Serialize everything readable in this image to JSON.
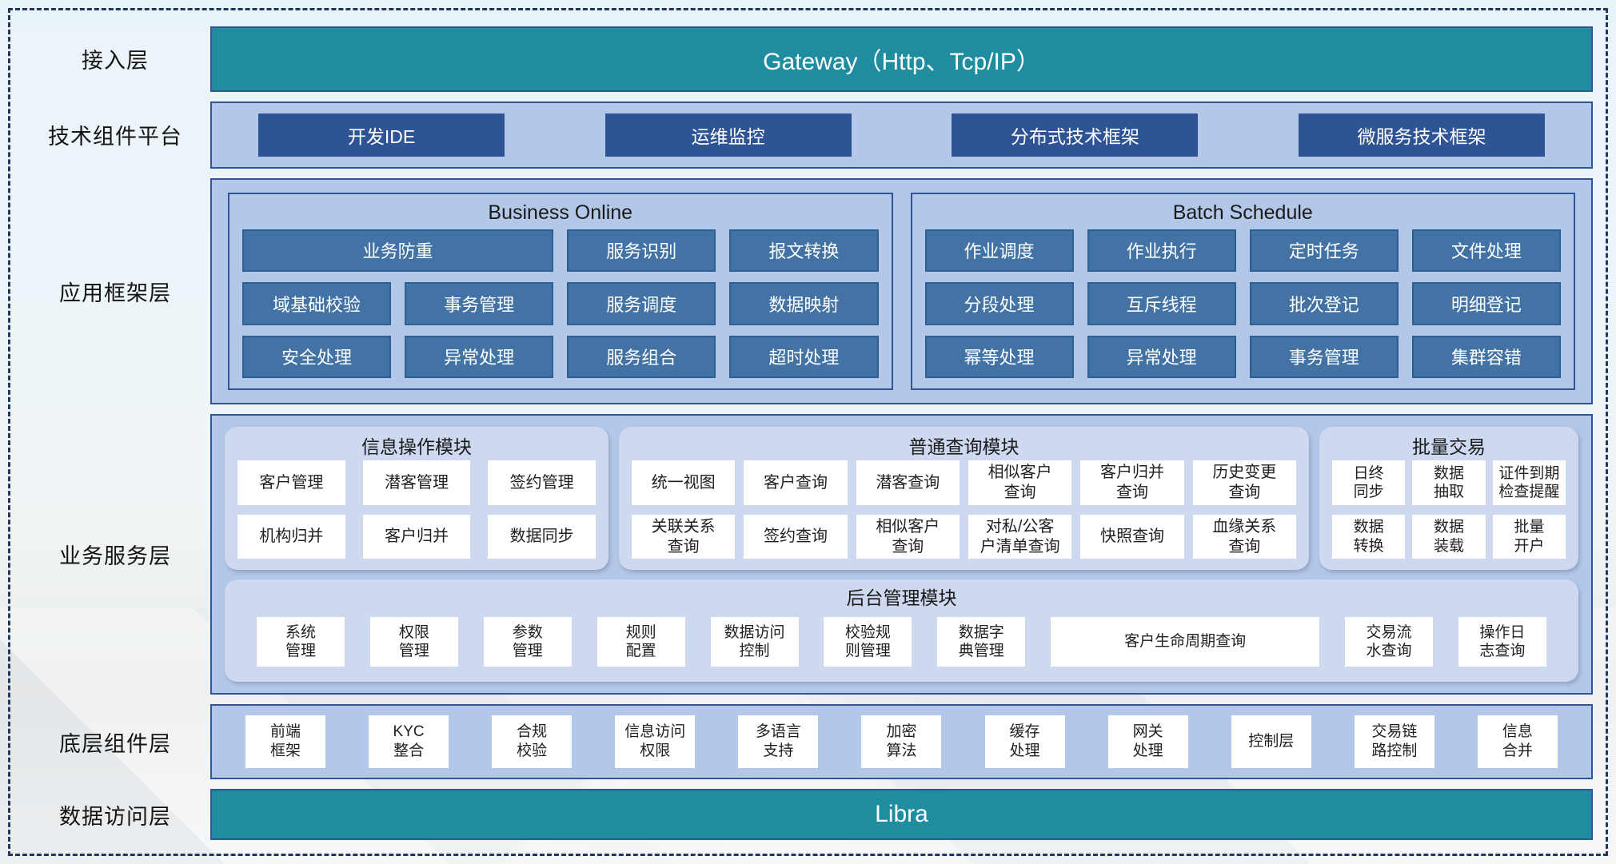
{
  "colors": {
    "teal": "#1F8CA0",
    "navy_button": "#2F5496",
    "steel_box": "#4273A4",
    "light_blue_container": "#B3C7E8",
    "rounded_panel_blue": "#CED9F0",
    "container_border": "#2F5597",
    "outer_dashed_border": "#22375C"
  },
  "layers": {
    "access": {
      "label": "接入层",
      "bar": "Gateway（Http、Tcp/IP）"
    },
    "tech": {
      "label": "技术组件平台",
      "buttons": [
        "开发IDE",
        "运维监控",
        "分布式技术框架",
        "微服务技术框架"
      ]
    },
    "framework": {
      "label": "应用框架层",
      "business_online": {
        "title": "Business Online",
        "cells": [
          "业务防重",
          "服务识别",
          "报文转换",
          "域基础校验",
          "事务管理",
          "服务调度",
          "数据映射",
          "安全处理",
          "异常处理",
          "服务组合",
          "超时处理"
        ]
      },
      "batch_schedule": {
        "title": "Batch Schedule",
        "cells": [
          "作业调度",
          "作业执行",
          "定时任务",
          "文件处理",
          "分段处理",
          "互斥线程",
          "批次登记",
          "明细登记",
          "幂等处理",
          "异常处理",
          "事务管理",
          "集群容错"
        ]
      }
    },
    "business": {
      "label": "业务服务层",
      "info": {
        "title": "信息操作模块",
        "cells": [
          "客户管理",
          "潜客管理",
          "签约管理",
          "机构归并",
          "客户归并",
          "数据同步"
        ]
      },
      "query": {
        "title": "普通查询模块",
        "cells": [
          "统一视图",
          "客户查询",
          "潜客查询",
          "相似客户\n查询",
          "客户归并\n查询",
          "历史变更\n查询",
          "关联关系\n查询",
          "签约查询",
          "相似客户\n查询",
          "对私/公客\n户清单查询",
          "快照查询",
          "血缘关系\n查询"
        ]
      },
      "batch": {
        "title": "批量交易",
        "cells": [
          "日终\n同步",
          "数据\n抽取",
          "证件到期\n检查提醒",
          "数据\n转换",
          "数据\n装载",
          "批量\n开户"
        ]
      },
      "admin": {
        "title": "后台管理模块",
        "cells": [
          "系统\n管理",
          "权限\n管理",
          "参数\n管理",
          "规则\n配置",
          "数据访问\n控制",
          "校验规\n则管理",
          "数据字\n典管理",
          "客户生命周期查询",
          "交易流\n水查询",
          "操作日\n志查询"
        ]
      }
    },
    "components": {
      "label": "底层组件层",
      "cells": [
        "前端\n框架",
        "KYC\n整合",
        "合规\n校验",
        "信息访问\n权限",
        "多语言\n支持",
        "加密\n算法",
        "缓存\n处理",
        "网关\n处理",
        "控制层",
        "交易链\n路控制",
        "信息\n合并"
      ]
    },
    "data_access": {
      "label": "数据访问层",
      "bar": "Libra"
    }
  }
}
